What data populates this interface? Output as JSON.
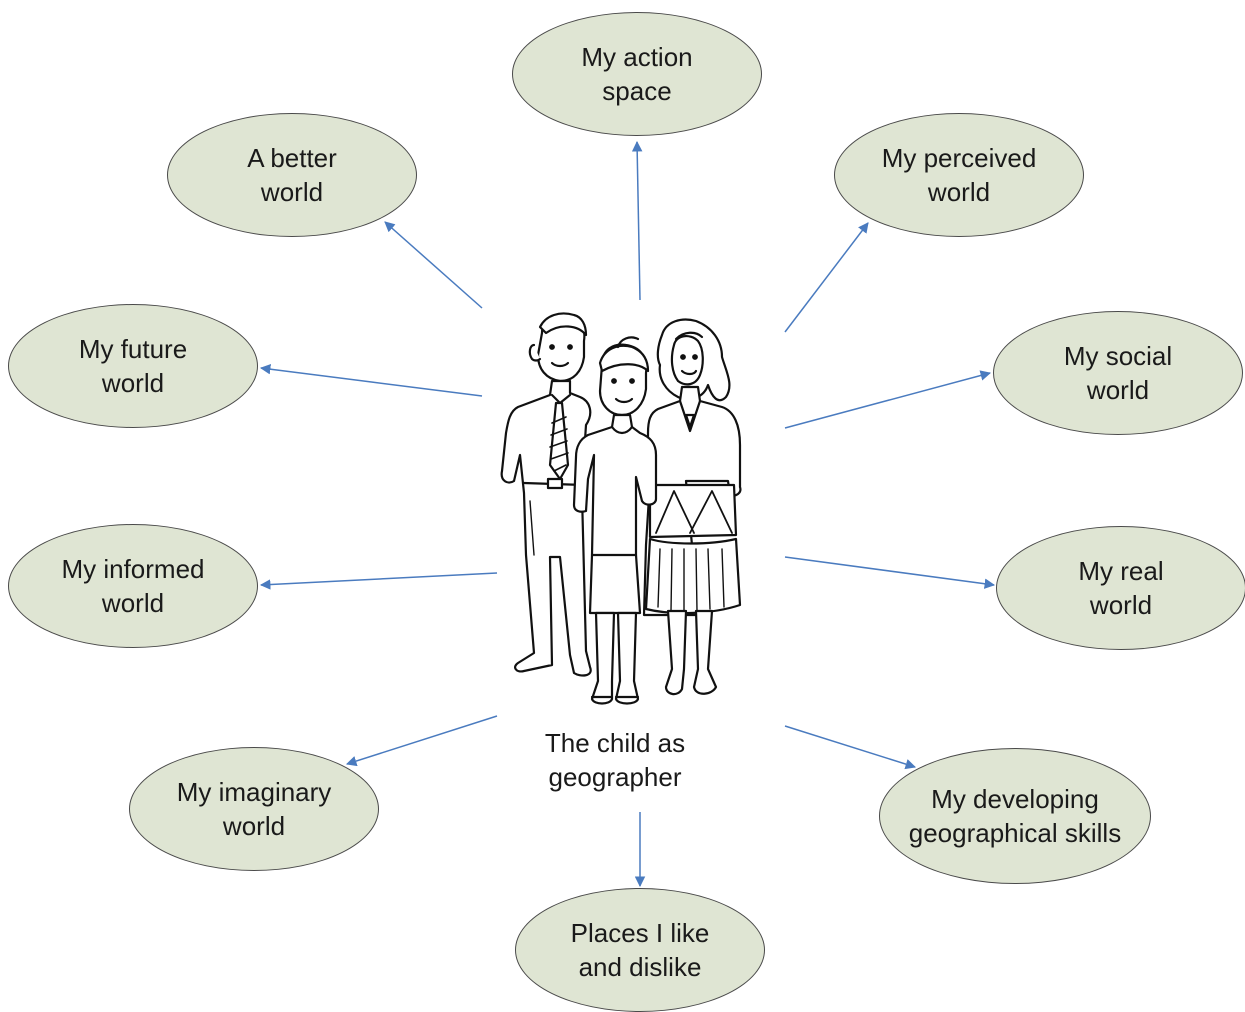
{
  "center_caption": "The child as\ngeographer",
  "bubbles": {
    "action_space": "My action\nspace",
    "better_world": "A better\nworld",
    "perceived_world": "My perceived\nworld",
    "future_world": "My future\nworld",
    "social_world": "My social\nworld",
    "informed_world": "My informed\nworld",
    "real_world": "My real\nworld",
    "imaginary_world": "My imaginary\nworld",
    "developing_skills": "My developing\ngeographical skills",
    "places_like_dislike": "Places I like\nand dislike"
  },
  "colors": {
    "bubble_fill": "#dfe5d3",
    "bubble_border": "#4a4a4a",
    "arrow": "#4a7bbf",
    "text": "#1a1a1a"
  },
  "center_image": "family-group-illustration"
}
